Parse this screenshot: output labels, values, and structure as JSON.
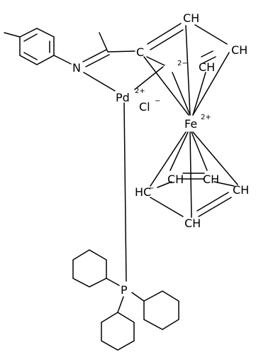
{
  "structure": {
    "atoms": {
      "N": "N",
      "Pd": "Pd",
      "Pd_charge": "2+",
      "Cl": "Cl",
      "Cl_charge": "−",
      "Fe": "Fe",
      "Fe_charge": "2+",
      "P": "P",
      "C_cp1": "C",
      "CH_cp1_top": "CH",
      "CH_cp1_right": "CH",
      "CH_cp1_mid": "CH",
      "C2_charge": "2−",
      "CH_cp2_left": "HC",
      "C_cp2_left_charge": "−",
      "CH_cp2_mid1": "CH",
      "CH_cp2_mid2": "CH",
      "CH_cp2_right": "CH",
      "CH_cp2_bottom": "CH"
    }
  }
}
